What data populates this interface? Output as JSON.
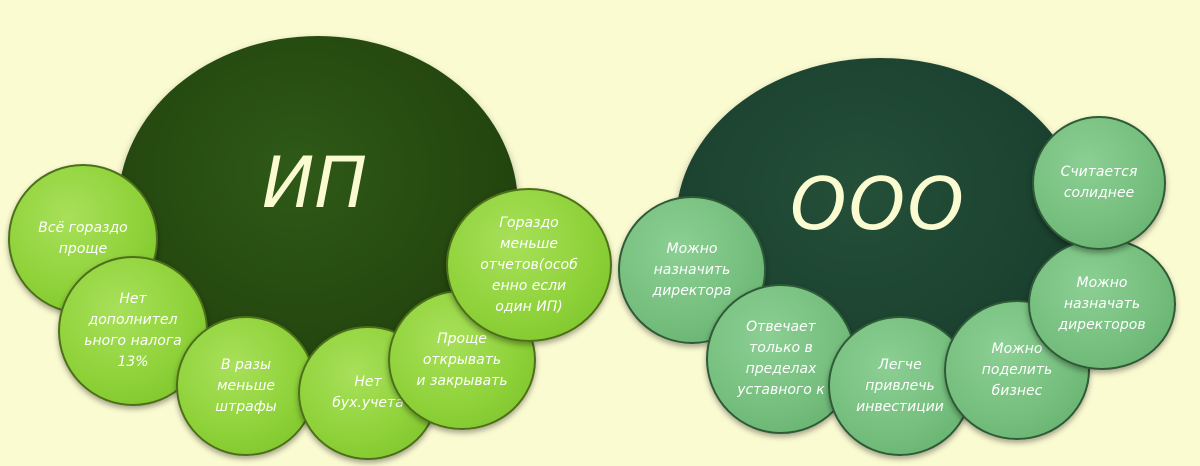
{
  "colors": {
    "background": "#fbfbd2",
    "ip_main": "#24470f",
    "ip_bubble": "#8fd23a",
    "ooo_main": "#1b4230",
    "ooo_bubble": "#76bf7e",
    "text_light": "#ffffff"
  },
  "ip": {
    "title": "ИП",
    "bubbles": [
      "Всё гораздо\nпроще",
      "Нет\nдополнител\nьного налога\n13%",
      "В разы\nменьше\nштрафы",
      "Нет\nбух.учета",
      "Проще\nоткрывать\nи закрывать",
      "Гораздо\nменьше\nотчетов(особ\nенно если\nодин ИП)"
    ]
  },
  "ooo": {
    "title": "ООО",
    "bubbles": [
      "Можно\nназначить\nдиректора",
      "Отвечает\nтолько в\nпределах\nуставного к",
      "Легче\nпривлечь\nинвестиции",
      "Можно\nподелить\nбизнес",
      "Можно\nназначать\nдиректоров",
      "Считается\nсолиднее"
    ]
  }
}
